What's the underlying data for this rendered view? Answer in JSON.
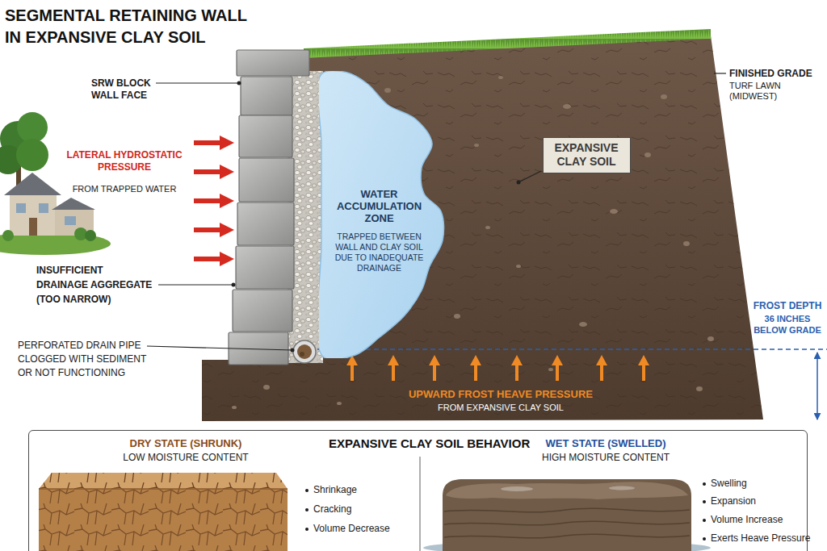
{
  "diagram": {
    "title": "SEGMENTAL RETAINING WALL IN EXPANSIVE CLAY SOIL",
    "nodes": [
      {
        "text": [
          "WATER ACCUMULATION ZONE",
          "TRAPPED BETWEEN WALL AND CLAY SOIL DUE TO INADEQUATE DRAINAGE"
        ]
      },
      {
        "text": [
          "EXPANSIVE CLAY SOIL"
        ]
      },
      {
        "text": [
          "EXPANSIVE CLAY SOIL BEHAVIOR"
        ]
      }
    ],
    "labels": [
      "SRW BLOCK WALL FACE",
      "LATERAL HYDROSTATIC PRESSURE",
      "FROM TRAPPED WATER",
      "INSUFFICIENT DRAINAGE AGGREGATE (TOO NARROW)",
      "PERFORATED DRAIN PIPE CLOGGED WITH SEDIMENT OR NOT FUNCTIONING",
      "FINISHED GRADE",
      "TURF LAWN (MIDWEST)",
      "FROST DEPTH",
      "36 INCHES BELOW GRADE",
      "UPWARD FROST HEAVE PRESSURE",
      "FROM EXPANSIVE CLAY SOIL",
      "DRY STATE (SHRUNK)",
      "LOW MOISTURE CONTENT",
      "Shrinkage",
      "Cracking",
      "Volume Decrease",
      "WET STATE (SWELLED)",
      "HIGH MOISTURE CONTENT",
      "Swelling",
      "Expansion",
      "Volume Increase",
      "Exerts Heave Pressure"
    ]
  }
}
